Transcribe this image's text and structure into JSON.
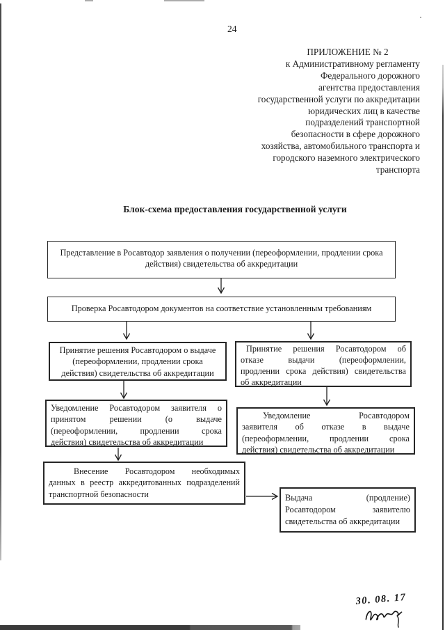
{
  "page": {
    "number": "24"
  },
  "header": {
    "lines": [
      "ПРИЛОЖЕНИЕ № 2",
      "к Административному регламенту",
      "Федерального дорожного",
      "агентства предоставления",
      "государственной услуги по аккредитации",
      "юридических лиц в качестве",
      "подразделений транспортной",
      "безопасности в сфере дорожного",
      "хозяйства, автомобильного транспорта и",
      "городского наземного электрического",
      "транспорта"
    ]
  },
  "title": "Блок-схема предоставления государственной услуги",
  "flowchart": {
    "application": {
      "lines": [
        "Представление в Росавтодор заявления о получении (переоформлении, продлении срока",
        "действия) свидетельства об аккредитации"
      ]
    },
    "check": {
      "lines": [
        "Проверка Росавтодором документов на соответствие установленным требованиям"
      ]
    },
    "approve_decision": {
      "lines": [
        "Принятие решения Росавтодором о выдаче",
        "(переоформлении, продлении срока",
        "действия) свидетельства об аккредитации"
      ]
    },
    "reject_decision": {
      "lines": [
        "Принятие решения Росавтодором об",
        "отказе выдачи (переоформлении,",
        "продлении срока действия) свидетельства",
        "об аккредитации"
      ]
    },
    "approve_notice": {
      "lines": [
        "Уведомление Росавтодором заявителя о",
        "принятом решении (о выдаче",
        "(переоформлении, продлении срока",
        "действия) свидетельства об аккредитации"
      ]
    },
    "reject_notice": {
      "lines": [
        "Уведомление Росавтодором",
        "заявителя об отказе в выдаче",
        "(переоформлении, продлении срока",
        "действия) свидетельства об аккредитации"
      ]
    },
    "registry_entry": {
      "lines": [
        "Внесение Росавтодором необходимых",
        "данных в реестр аккредитованных подразделений",
        "транспортной безопасности"
      ]
    },
    "certificate_issue": {
      "lines": [
        "Выдача (продление)",
        "Росавтодором заявителю",
        "свидетельства об аккредитации"
      ]
    }
  },
  "handwritten": {
    "date": "30. 08. 17"
  },
  "colors": {
    "ink": "#1c1c1c",
    "box_border": "#262626",
    "scan_bar": "#3a3a3a"
  }
}
